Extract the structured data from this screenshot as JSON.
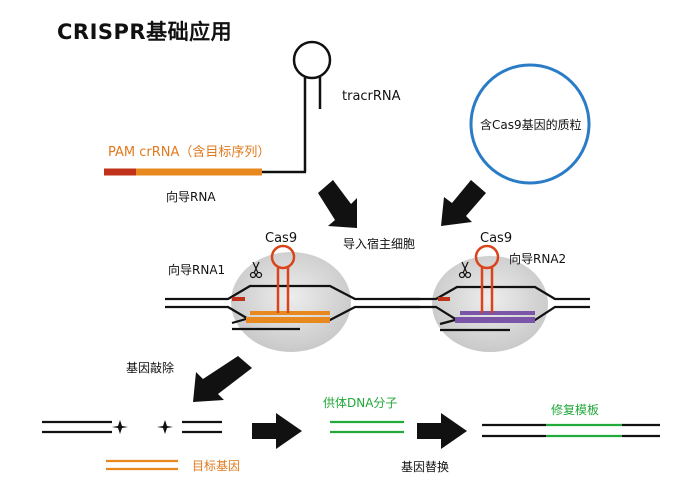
{
  "title": "CRISPR基础应用",
  "labels": {
    "tracrRNA": "tracrRNA",
    "plasmid": "含Cas9基因的质粒",
    "pam_crrna": "PAM crRNA（含目标序列）",
    "guide_rna": "向导RNA",
    "import_host": "导入宿主细胞",
    "cas9_left": "Cas9",
    "cas9_right": "Cas9",
    "guide_rna1": "向导RNA1",
    "guide_rna2": "向导RNA2",
    "knockout": "基因敲除",
    "donor_dna": "供体DNA分子",
    "repair_template": "修复模板",
    "target_gene": "目标基因",
    "gene_replacement": "基因替换"
  },
  "colors": {
    "orange": "#e8891f",
    "dark_red": "#c0321a",
    "red_loop": "#d9441c",
    "purple": "#7a55a8",
    "green": "#22aa3a",
    "blue": "#2a7cc7",
    "black": "#111111",
    "cas_bg": "#dcdcdc"
  },
  "icons": {
    "scissors": "scissors-icon",
    "star": "cut-star-icon",
    "arrow": "arrow-icon"
  }
}
